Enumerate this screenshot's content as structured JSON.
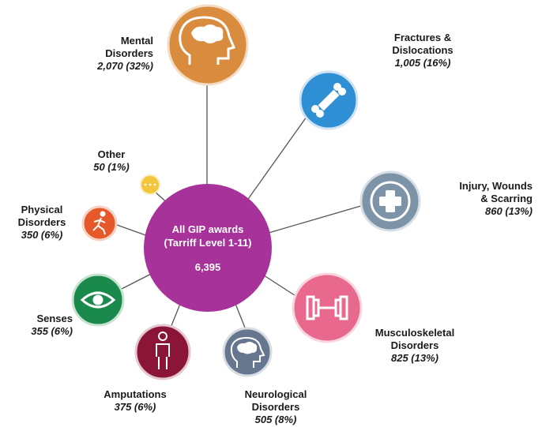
{
  "center": {
    "title_line1": "All GIP awards",
    "title_line2": "(Tarriff Level 1-11)",
    "total": "6,395",
    "color": "#a7339a"
  },
  "categories": [
    {
      "id": "mental",
      "name_line1": "Mental",
      "name_line2": "Disorders",
      "value": "2,070 (32%)",
      "color": "#d98b3e",
      "icon": "brain-head-icon"
    },
    {
      "id": "fractures",
      "name_line1": "Fractures &",
      "name_line2": "Dislocations",
      "value": "1,005 (16%)",
      "color": "#2f8fd4",
      "icon": "bone-icon"
    },
    {
      "id": "injury",
      "name_line1": "Injury, Wounds",
      "name_line2": "& Scarring",
      "value": "860 (13%)",
      "color": "#7d93a8",
      "icon": "medical-cross-icon"
    },
    {
      "id": "musculoskeletal",
      "name_line1": "Musculoskeletal",
      "name_line2": "Disorders",
      "value": "825 (13%)",
      "color": "#e9698e",
      "icon": "dumbbell-icon"
    },
    {
      "id": "neurological",
      "name_line1": "Neurological",
      "name_line2": "Disorders",
      "value": "505 (8%)",
      "color": "#67768f",
      "icon": "brain-head-icon"
    },
    {
      "id": "amputations",
      "name_line1": "Amputations",
      "name_line2": "",
      "value": "375 (6%)",
      "color": "#8a1536",
      "icon": "person-icon"
    },
    {
      "id": "senses",
      "name_line1": "Senses",
      "name_line2": "",
      "value": "355 (6%)",
      "color": "#1a8a4c",
      "icon": "eye-icon"
    },
    {
      "id": "physical",
      "name_line1": "Physical",
      "name_line2": "Disorders",
      "value": "350 (6%)",
      "color": "#e6582a",
      "icon": "running-person-icon"
    },
    {
      "id": "other",
      "name_line1": "Other",
      "name_line2": "",
      "value": "50 (1%)",
      "color": "#f2c53a",
      "icon": "ellipsis-icon"
    }
  ]
}
